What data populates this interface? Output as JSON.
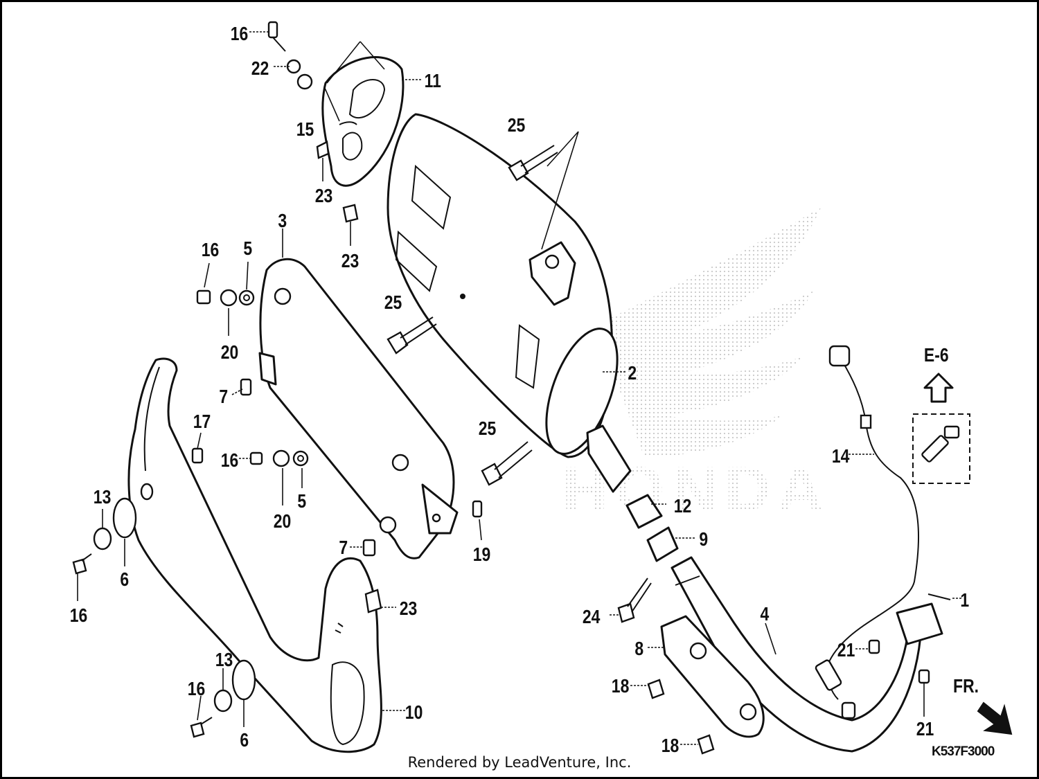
{
  "callouts": [
    {
      "id": "c16a",
      "text": "16"
    },
    {
      "id": "c22",
      "text": "22"
    },
    {
      "id": "c11",
      "text": "11"
    },
    {
      "id": "c15",
      "text": "15"
    },
    {
      "id": "c23a",
      "text": "23"
    },
    {
      "id": "c23b",
      "text": "23"
    },
    {
      "id": "c25a",
      "text": "25"
    },
    {
      "id": "c3",
      "text": "3"
    },
    {
      "id": "c16b",
      "text": "16"
    },
    {
      "id": "c5a",
      "text": "5"
    },
    {
      "id": "c20a",
      "text": "20"
    },
    {
      "id": "c25b",
      "text": "25"
    },
    {
      "id": "c2",
      "text": "2"
    },
    {
      "id": "c7a",
      "text": "7"
    },
    {
      "id": "c17",
      "text": "17"
    },
    {
      "id": "c16c",
      "text": "16"
    },
    {
      "id": "c20b",
      "text": "20"
    },
    {
      "id": "c5b",
      "text": "5"
    },
    {
      "id": "c25c",
      "text": "25"
    },
    {
      "id": "c13a",
      "text": "13"
    },
    {
      "id": "c6a",
      "text": "6"
    },
    {
      "id": "c16d",
      "text": "16"
    },
    {
      "id": "c7b",
      "text": "7"
    },
    {
      "id": "c19",
      "text": "19"
    },
    {
      "id": "c23c",
      "text": "23"
    },
    {
      "id": "c12",
      "text": "12"
    },
    {
      "id": "c9",
      "text": "9"
    },
    {
      "id": "c14",
      "text": "14"
    },
    {
      "id": "cE6",
      "text": "E-6"
    },
    {
      "id": "c24",
      "text": "24"
    },
    {
      "id": "c4",
      "text": "4"
    },
    {
      "id": "c1",
      "text": "1"
    },
    {
      "id": "c8",
      "text": "8"
    },
    {
      "id": "c21a",
      "text": "21"
    },
    {
      "id": "c18a",
      "text": "18"
    },
    {
      "id": "c21b",
      "text": "21"
    },
    {
      "id": "c13b",
      "text": "13"
    },
    {
      "id": "c16e",
      "text": "16"
    },
    {
      "id": "c6b",
      "text": "6"
    },
    {
      "id": "c10",
      "text": "10"
    },
    {
      "id": "c18b",
      "text": "18"
    },
    {
      "id": "cFR",
      "text": "FR."
    }
  ],
  "diagram_code": "K537F3000",
  "credit": "Rendered by LeadVenture, Inc.",
  "watermark": "HONDA",
  "colors": {
    "line": "#111111",
    "background": "#ffffff",
    "watermark": "#c8c8c8"
  }
}
